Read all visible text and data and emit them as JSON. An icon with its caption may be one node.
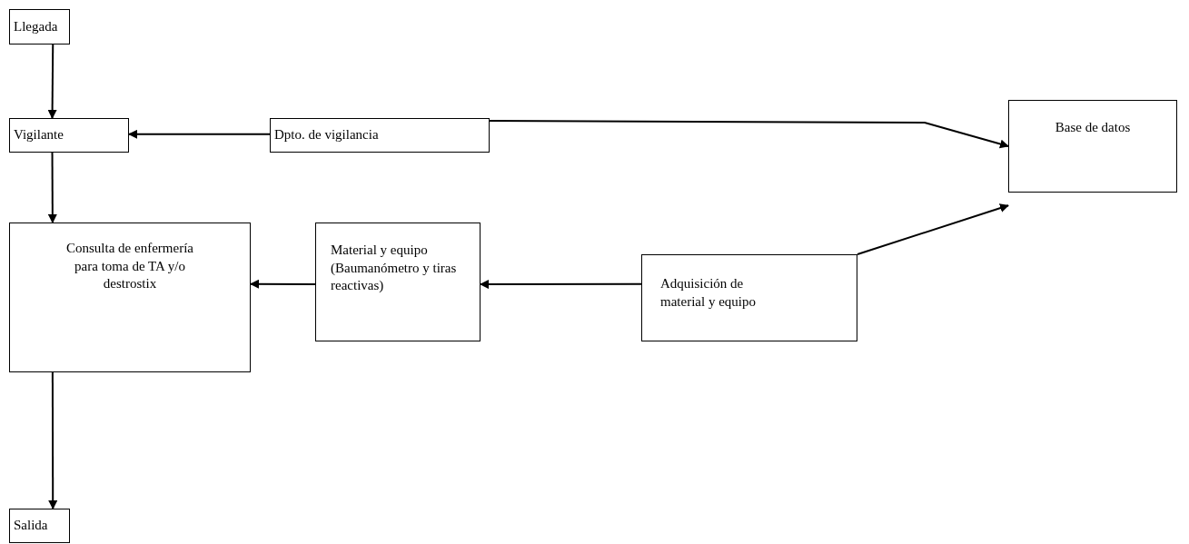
{
  "diagram": {
    "nodes": [
      {
        "text": [
          "Llegada"
        ]
      },
      {
        "text": [
          "Vigilante"
        ]
      },
      {
        "text": [
          "Dpto. de vigilancia"
        ]
      },
      {
        "text": [
          "Base de datos"
        ]
      },
      {
        "text": [
          "Consulta de enfermería para toma de TA y/o  destrostix"
        ]
      },
      {
        "text": [
          "Material y equipo (Baumanómetro y tiras reactivas)"
        ]
      },
      {
        "text": [
          "Adquisición de material y equipo"
        ]
      },
      {
        "text": [
          "Salida"
        ]
      }
    ],
    "edges": [
      {
        "from": 0,
        "to": 1,
        "arrow": "to"
      },
      {
        "from": 2,
        "to": 1,
        "arrow": "to"
      },
      {
        "from": 2,
        "to": 3,
        "arrow": "to"
      },
      {
        "from": 1,
        "to": 4,
        "arrow": "to"
      },
      {
        "from": 5,
        "to": 4,
        "arrow": "to"
      },
      {
        "from": 6,
        "to": 5,
        "arrow": "to"
      },
      {
        "from": 6,
        "to": 3,
        "arrow": "to"
      },
      {
        "from": 4,
        "to": 7,
        "arrow": "to"
      }
    ]
  }
}
